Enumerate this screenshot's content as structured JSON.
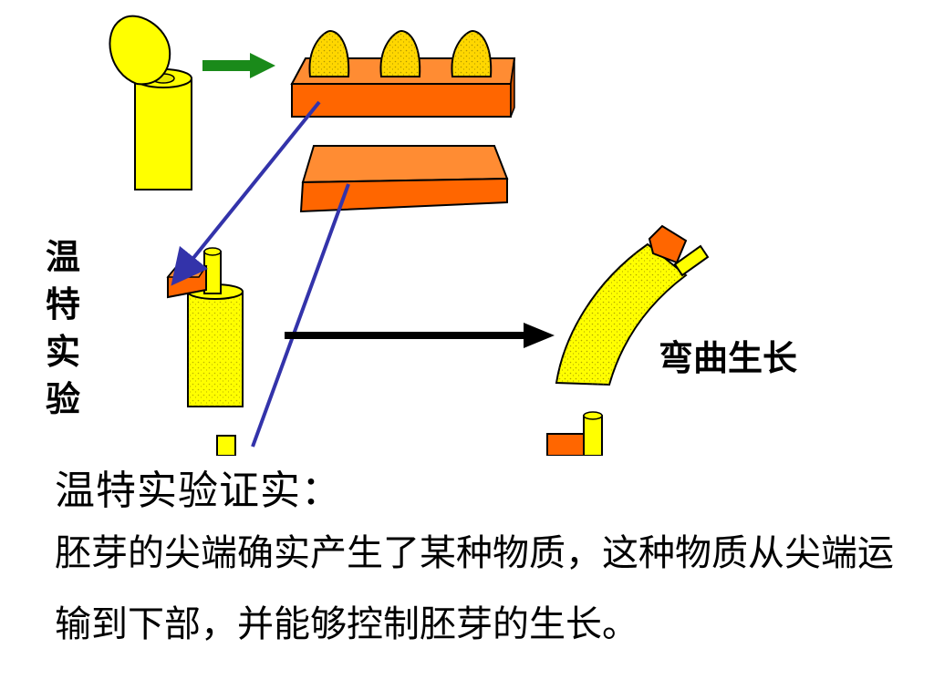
{
  "experiment_label_chars": [
    "温",
    "特",
    "实",
    "验"
  ],
  "result_label": "弯曲生长",
  "conclusion": {
    "title": "温特实验证实：",
    "body": "胚芽的尖端确实产生了某种物质，这种物质从尖端运输到下部，并能够控制胚芽的生长。"
  },
  "colors": {
    "coleoptile": "#ffff00",
    "agar_block": "#ff6600",
    "tip_arrow": "#1a8a1a",
    "transfer_line": "#3333aa",
    "result_arrow": "#000000"
  },
  "icons": [
    "coleoptile-tip-icon",
    "agar-block-icon",
    "green-arrow-icon",
    "black-arrow-icon"
  ]
}
